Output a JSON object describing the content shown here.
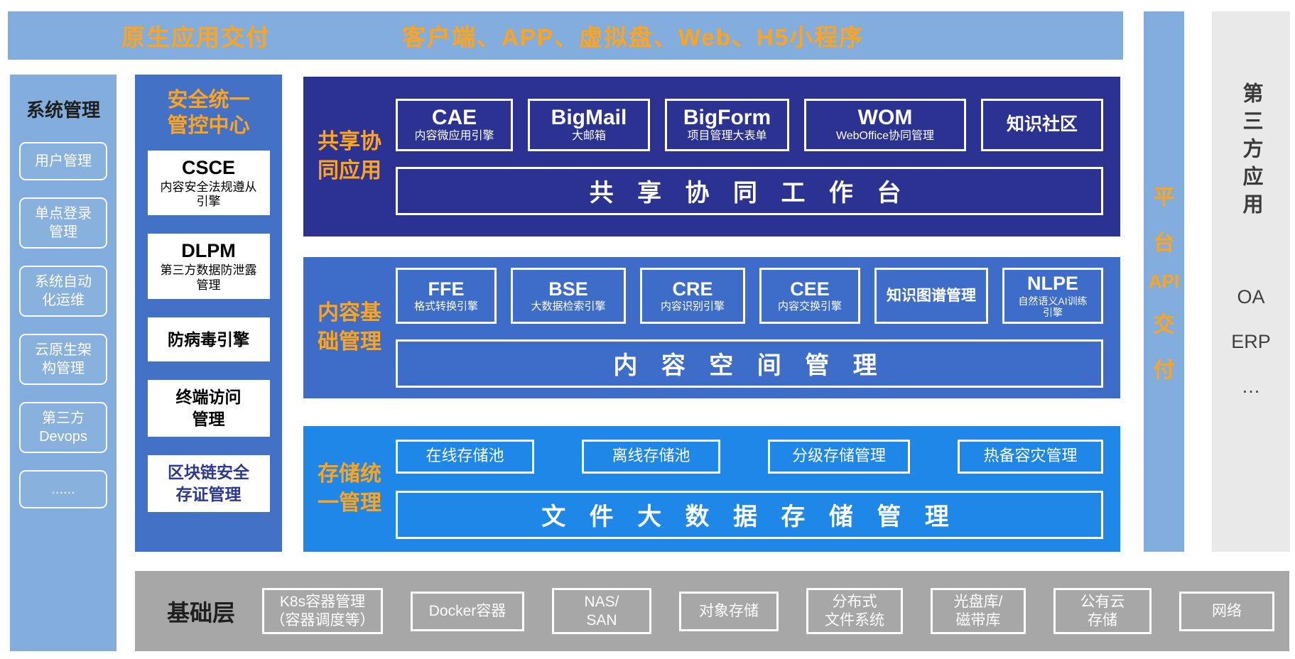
{
  "top_banner": {
    "left_label": "原生应用交付",
    "right_label": "客户端、APP、虚拟盘、Web、H5小程序"
  },
  "system_panel": {
    "title": "系统管理",
    "items": [
      "用户管理",
      "单点登录\n管理",
      "系统自动\n化运维",
      "云原生架\n构管理",
      "第三方\nDevops",
      "......"
    ]
  },
  "security_center": {
    "title": "安全统一\n管控中心",
    "modules": [
      {
        "name": "CSCE",
        "desc": "内容安全法规遵从\n引擎"
      },
      {
        "name": "DLPM",
        "desc": "第三方数据防泄露\n管理"
      },
      {
        "name": "防病毒引擎",
        "desc": ""
      },
      {
        "name": "终端访问\n管理",
        "desc": ""
      },
      {
        "name": "区块链安全\n存证管理",
        "desc": ""
      }
    ]
  },
  "collab_layer": {
    "label": "共享协\n同应用",
    "modules": [
      {
        "name": "CAE",
        "desc": "内容微应用引擎"
      },
      {
        "name": "BigMail",
        "desc": "大邮箱"
      },
      {
        "name": "BigForm",
        "desc": "项目管理大表单"
      },
      {
        "name": "WOM",
        "desc": "WebOffice协同管理"
      },
      {
        "name": "知识社区",
        "desc": ""
      }
    ],
    "platform_bar": "共 享 协 同 工 作 台"
  },
  "content_layer": {
    "label": "内容基\n础管理",
    "modules": [
      {
        "name": "FFE",
        "desc": "格式转换引擎"
      },
      {
        "name": "BSE",
        "desc": "大数据检索引擎"
      },
      {
        "name": "CRE",
        "desc": "内容识别引擎"
      },
      {
        "name": "CEE",
        "desc": "内容交换引擎"
      },
      {
        "name": "知识图谱管理",
        "desc": ""
      },
      {
        "name": "NLPE",
        "desc": "自然语义AI训练\n引擎"
      }
    ],
    "platform_bar": "内 容 空 间 管 理"
  },
  "storage_layer": {
    "label": "存储统\n一管理",
    "modules": [
      {
        "name": "在线存储池"
      },
      {
        "name": "离线存储池"
      },
      {
        "name": "分级存储管理"
      },
      {
        "name": "热备容灾管理"
      }
    ],
    "platform_bar": "文 件 大 数 据 存 储 管 理"
  },
  "api_bar": {
    "label": "平台API交付",
    "lines": [
      "平",
      "台",
      "API",
      "交",
      "付"
    ]
  },
  "third_party": {
    "title": "第三方应用",
    "items": [
      "OA",
      "ERP",
      "…"
    ]
  },
  "base_layer": {
    "title": "基础层",
    "items": [
      "K8s容器管理\n（容器调度等）",
      "Docker容器",
      "NAS/\nSAN",
      "对象存储",
      "分布式\n文件系统",
      "光盘库/\n磁带库",
      "公有云\n存储",
      "网络"
    ]
  },
  "colors": {
    "banner_blue": "#82ADDC",
    "security_blue": "#4271C6",
    "collab_navy": "#2C3292",
    "content_blue": "#3D6DC8",
    "storage_blue": "#1E87E8",
    "accent_orange": "#FFA41C",
    "base_gray": "#A7A7A7",
    "third_party_gray": "#E9E9E9"
  }
}
